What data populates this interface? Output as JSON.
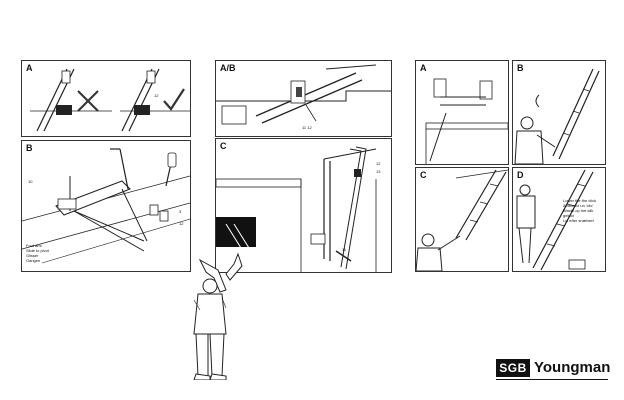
{
  "panels": {
    "left_A": {
      "label": "A",
      "callout": "12"
    },
    "left_B": {
      "label": "B",
      "callout_left": "10",
      "callout_right_1": "3",
      "callout_right_2": "12",
      "caption_lines": [
        "Fout ami",
        "Slide to pivot",
        "Glisser",
        "Gangen"
      ]
    },
    "middle_AB": {
      "label": "A/B",
      "callout": "11  12"
    },
    "middle_C": {
      "label": "C",
      "callout_top": "12",
      "callout_mid": "13",
      "callout_bottom": "11"
    },
    "right_A": {
      "label": "A"
    },
    "right_B": {
      "label": "B"
    },
    "right_C": {
      "label": "C"
    },
    "right_D": {
      "label": "D",
      "note_lines": [
        "Lower the the click",
        "Abaissez un 'clic'",
        "Wacht op het klik geluid",
        "Lyt efter snæbset"
      ]
    }
  },
  "logo": {
    "sgb": "SGB",
    "brand": "Youngman"
  }
}
